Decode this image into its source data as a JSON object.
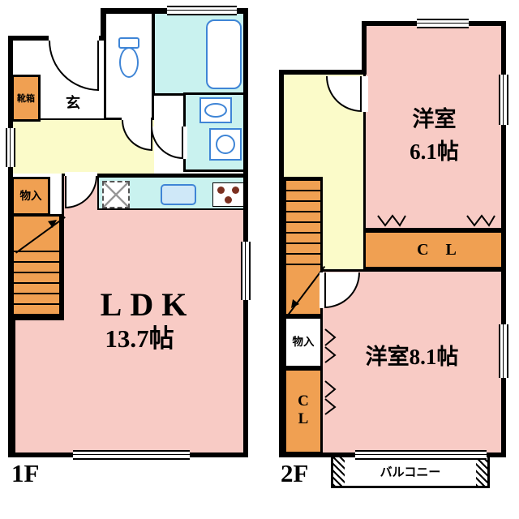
{
  "floor1": {
    "label": "1F",
    "genkan": "玄",
    "shoebox": "靴箱",
    "storage": "物入",
    "ldk_name": "LDK",
    "ldk_size": "13.7帖"
  },
  "floor2": {
    "label": "2F",
    "bedroom1_name": "洋室",
    "bedroom1_size": "6.1帖",
    "closet_main": "C L",
    "storage": "物入",
    "closet_side": "C\nL",
    "bedroom2": "洋室8.1帖",
    "balcony": "バルコニー"
  },
  "icons": {
    "toilet": "toilet-icon",
    "bathtub": "bathtub-icon",
    "washbasin": "washbasin-icon",
    "washing_machine": "washing-machine-icon",
    "kitchen_sink": "kitchen-sink-icon",
    "stove": "stove-icon",
    "refrigerator": "refrigerator-icon",
    "bifold_door": "bifold-door-icon",
    "stairs": "stairs-icon"
  },
  "colors": {
    "room_pink": "#f8cbc5",
    "hall_yellow": "#fbfbc9",
    "closet_orange": "#f0a052",
    "wet_cyan": "#c9f2ef",
    "fixture_blue": "#3f85d6",
    "wall_black": "#000000"
  }
}
